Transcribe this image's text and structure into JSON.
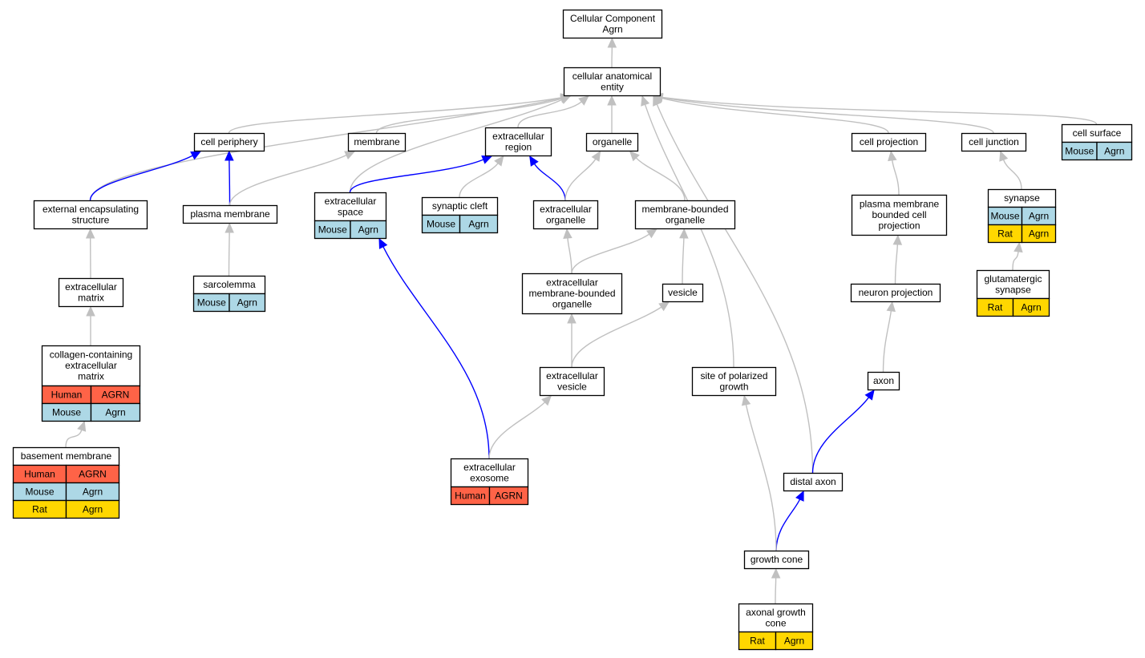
{
  "colors": {
    "human": "#ff6347",
    "mouse": "#add8e6",
    "rat": "#ffd700",
    "edge_gray": "#c0c0c0",
    "edge_blue": "#0000ff"
  },
  "nodes": {
    "root": {
      "lines": [
        "Cellular Component",
        "Agrn"
      ],
      "rows": []
    },
    "cae": {
      "lines": [
        "cellular anatomical",
        "entity"
      ],
      "rows": []
    },
    "cell_periphery": {
      "lines": [
        "cell periphery"
      ],
      "rows": []
    },
    "membrane": {
      "lines": [
        "membrane"
      ],
      "rows": []
    },
    "ecr": {
      "lines": [
        "extracellular",
        "region"
      ],
      "rows": []
    },
    "organelle": {
      "lines": [
        "organelle"
      ],
      "rows": []
    },
    "cell_projection": {
      "lines": [
        "cell projection"
      ],
      "rows": []
    },
    "cell_junction": {
      "lines": [
        "cell junction"
      ],
      "rows": []
    },
    "cell_surface": {
      "lines": [
        "cell surface"
      ],
      "rows": [
        {
          "species": "Mouse",
          "gene": "Agrn",
          "color": "mouse"
        }
      ]
    },
    "ext_encap": {
      "lines": [
        "external encapsulating",
        "structure"
      ],
      "rows": []
    },
    "plasma_membrane": {
      "lines": [
        "plasma membrane"
      ],
      "rows": []
    },
    "ecs": {
      "lines": [
        "extracellular",
        "space"
      ],
      "rows": [
        {
          "species": "Mouse",
          "gene": "Agrn",
          "color": "mouse"
        }
      ]
    },
    "synaptic_cleft": {
      "lines": [
        "synaptic cleft"
      ],
      "rows": [
        {
          "species": "Mouse",
          "gene": "Agrn",
          "color": "mouse"
        }
      ]
    },
    "ec_organelle": {
      "lines": [
        "extracellular",
        "organelle"
      ],
      "rows": []
    },
    "mb_organelle": {
      "lines": [
        "membrane-bounded",
        "organelle"
      ],
      "rows": []
    },
    "pm_bounded_proj": {
      "lines": [
        "plasma membrane",
        "bounded cell",
        "projection"
      ],
      "rows": []
    },
    "synapse": {
      "lines": [
        "synapse"
      ],
      "rows": [
        {
          "species": "Mouse",
          "gene": "Agrn",
          "color": "mouse"
        },
        {
          "species": "Rat",
          "gene": "Agrn",
          "color": "rat"
        }
      ]
    },
    "ecm": {
      "lines": [
        "extracellular",
        "matrix"
      ],
      "rows": []
    },
    "sarcolemma": {
      "lines": [
        "sarcolemma"
      ],
      "rows": [
        {
          "species": "Mouse",
          "gene": "Agrn",
          "color": "mouse"
        }
      ]
    },
    "ec_mb_organelle": {
      "lines": [
        "extracellular",
        "membrane-bounded",
        "organelle"
      ],
      "rows": []
    },
    "vesicle": {
      "lines": [
        "vesicle"
      ],
      "rows": []
    },
    "neuron_projection": {
      "lines": [
        "neuron projection"
      ],
      "rows": []
    },
    "glut_synapse": {
      "lines": [
        "glutamatergic",
        "synapse"
      ],
      "rows": [
        {
          "species": "Rat",
          "gene": "Agrn",
          "color": "rat"
        }
      ]
    },
    "collagen_ecm": {
      "lines": [
        "collagen-containing",
        "extracellular",
        "matrix"
      ],
      "rows": [
        {
          "species": "Human",
          "gene": "AGRN",
          "color": "human"
        },
        {
          "species": "Mouse",
          "gene": "Agrn",
          "color": "mouse"
        }
      ]
    },
    "ec_vesicle": {
      "lines": [
        "extracellular",
        "vesicle"
      ],
      "rows": []
    },
    "site_polarized": {
      "lines": [
        "site of polarized",
        "growth"
      ],
      "rows": []
    },
    "axon": {
      "lines": [
        "axon"
      ],
      "rows": []
    },
    "basement_membrane": {
      "lines": [
        "basement membrane"
      ],
      "rows": [
        {
          "species": "Human",
          "gene": "AGRN",
          "color": "human"
        },
        {
          "species": "Mouse",
          "gene": "Agrn",
          "color": "mouse"
        },
        {
          "species": "Rat",
          "gene": "Agrn",
          "color": "rat"
        }
      ]
    },
    "exosome": {
      "lines": [
        "extracellular",
        "exosome"
      ],
      "rows": [
        {
          "species": "Human",
          "gene": "AGRN",
          "color": "human"
        }
      ]
    },
    "distal_axon": {
      "lines": [
        "distal axon"
      ],
      "rows": []
    },
    "growth_cone": {
      "lines": [
        "growth cone"
      ],
      "rows": []
    },
    "axonal_growth_cone": {
      "lines": [
        "axonal growth",
        "cone"
      ],
      "rows": [
        {
          "species": "Rat",
          "gene": "Agrn",
          "color": "rat"
        }
      ]
    }
  },
  "edges": [
    {
      "from": "cae",
      "to": "root",
      "color": "edge_gray"
    },
    {
      "from": "cell_periphery",
      "to": "cae",
      "color": "edge_gray"
    },
    {
      "from": "membrane",
      "to": "cae",
      "color": "edge_gray"
    },
    {
      "from": "ecr",
      "to": "cae",
      "color": "edge_gray"
    },
    {
      "from": "organelle",
      "to": "cae",
      "color": "edge_gray"
    },
    {
      "from": "cell_projection",
      "to": "cae",
      "color": "edge_gray"
    },
    {
      "from": "cell_junction",
      "to": "cae",
      "color": "edge_gray"
    },
    {
      "from": "cell_surface",
      "to": "cae",
      "color": "edge_gray"
    },
    {
      "from": "ext_encap",
      "to": "cae",
      "color": "edge_gray"
    },
    {
      "from": "ecs",
      "to": "cae",
      "color": "edge_gray"
    },
    {
      "from": "site_polarized",
      "to": "cae",
      "color": "edge_gray"
    },
    {
      "from": "distal_axon",
      "to": "cae",
      "color": "edge_gray"
    },
    {
      "from": "ext_encap",
      "to": "cell_periphery",
      "color": "edge_blue"
    },
    {
      "from": "plasma_membrane",
      "to": "cell_periphery",
      "color": "edge_blue"
    },
    {
      "from": "plasma_membrane",
      "to": "membrane",
      "color": "edge_gray"
    },
    {
      "from": "ecs",
      "to": "ecr",
      "color": "edge_blue"
    },
    {
      "from": "synaptic_cleft",
      "to": "ecr",
      "color": "edge_gray"
    },
    {
      "from": "ec_organelle",
      "to": "ecr",
      "color": "edge_blue"
    },
    {
      "from": "ec_organelle",
      "to": "organelle",
      "color": "edge_gray"
    },
    {
      "from": "mb_organelle",
      "to": "organelle",
      "color": "edge_gray"
    },
    {
      "from": "pm_bounded_proj",
      "to": "cell_projection",
      "color": "edge_gray"
    },
    {
      "from": "synapse",
      "to": "cell_junction",
      "color": "edge_gray"
    },
    {
      "from": "ecm",
      "to": "ext_encap",
      "color": "edge_gray"
    },
    {
      "from": "sarcolemma",
      "to": "plasma_membrane",
      "color": "edge_gray"
    },
    {
      "from": "ec_mb_organelle",
      "to": "ec_organelle",
      "color": "edge_gray"
    },
    {
      "from": "ec_mb_organelle",
      "to": "mb_organelle",
      "color": "edge_gray"
    },
    {
      "from": "vesicle",
      "to": "mb_organelle",
      "color": "edge_gray"
    },
    {
      "from": "neuron_projection",
      "to": "pm_bounded_proj",
      "color": "edge_gray"
    },
    {
      "from": "glut_synapse",
      "to": "synapse",
      "color": "edge_gray"
    },
    {
      "from": "collagen_ecm",
      "to": "ecm",
      "color": "edge_gray"
    },
    {
      "from": "ec_vesicle",
      "to": "ec_mb_organelle",
      "color": "edge_gray"
    },
    {
      "from": "ec_vesicle",
      "to": "vesicle",
      "color": "edge_gray"
    },
    {
      "from": "axon",
      "to": "neuron_projection",
      "color": "edge_gray"
    },
    {
      "from": "basement_membrane",
      "to": "collagen_ecm",
      "color": "edge_gray"
    },
    {
      "from": "exosome",
      "to": "ecs",
      "color": "edge_blue"
    },
    {
      "from": "exosome",
      "to": "ec_vesicle",
      "color": "edge_gray"
    },
    {
      "from": "distal_axon",
      "to": "axon",
      "color": "edge_blue"
    },
    {
      "from": "growth_cone",
      "to": "distal_axon",
      "color": "edge_blue"
    },
    {
      "from": "growth_cone",
      "to": "site_polarized",
      "color": "edge_gray"
    },
    {
      "from": "axonal_growth_cone",
      "to": "growth_cone",
      "color": "edge_gray"
    }
  ]
}
